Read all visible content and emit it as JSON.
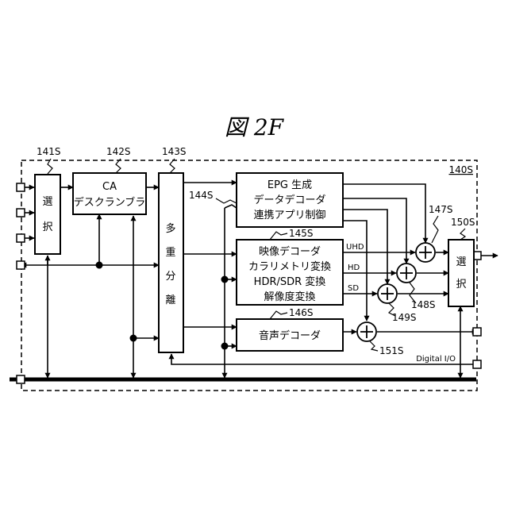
{
  "figure_title": "図 2F",
  "frame_label": "140S",
  "blocks": {
    "selector_in": {
      "ref": "141S",
      "chars": [
        "選",
        "択"
      ]
    },
    "ca": {
      "ref": "142S",
      "lines": [
        "CA",
        "デスクランブラ"
      ]
    },
    "demux": {
      "ref": "143S",
      "chars": [
        "多",
        "重",
        "分",
        "離"
      ]
    },
    "epg": {
      "ref": "144S",
      "lines": [
        "EPG 生成",
        "データデコーダ",
        "連携アプリ制御"
      ]
    },
    "video": {
      "ref": "145S",
      "lines": [
        "映像デコーダ",
        "カラリメトリ変換",
        "HDR/SDR 変換",
        "解像度変換"
      ]
    },
    "audio": {
      "ref": "146S",
      "lines": [
        "音声デコーダ"
      ]
    },
    "selector_out": {
      "ref": "150S",
      "chars": [
        "選",
        "択"
      ]
    }
  },
  "adders": {
    "a147": {
      "ref": "147S"
    },
    "a148": {
      "ref": "148S"
    },
    "a149": {
      "ref": "149S"
    },
    "a151": {
      "ref": "151S"
    }
  },
  "signals": {
    "uhd": "UHD",
    "hd": "HD",
    "sd": "SD",
    "digital_io": "Digital I/O"
  }
}
